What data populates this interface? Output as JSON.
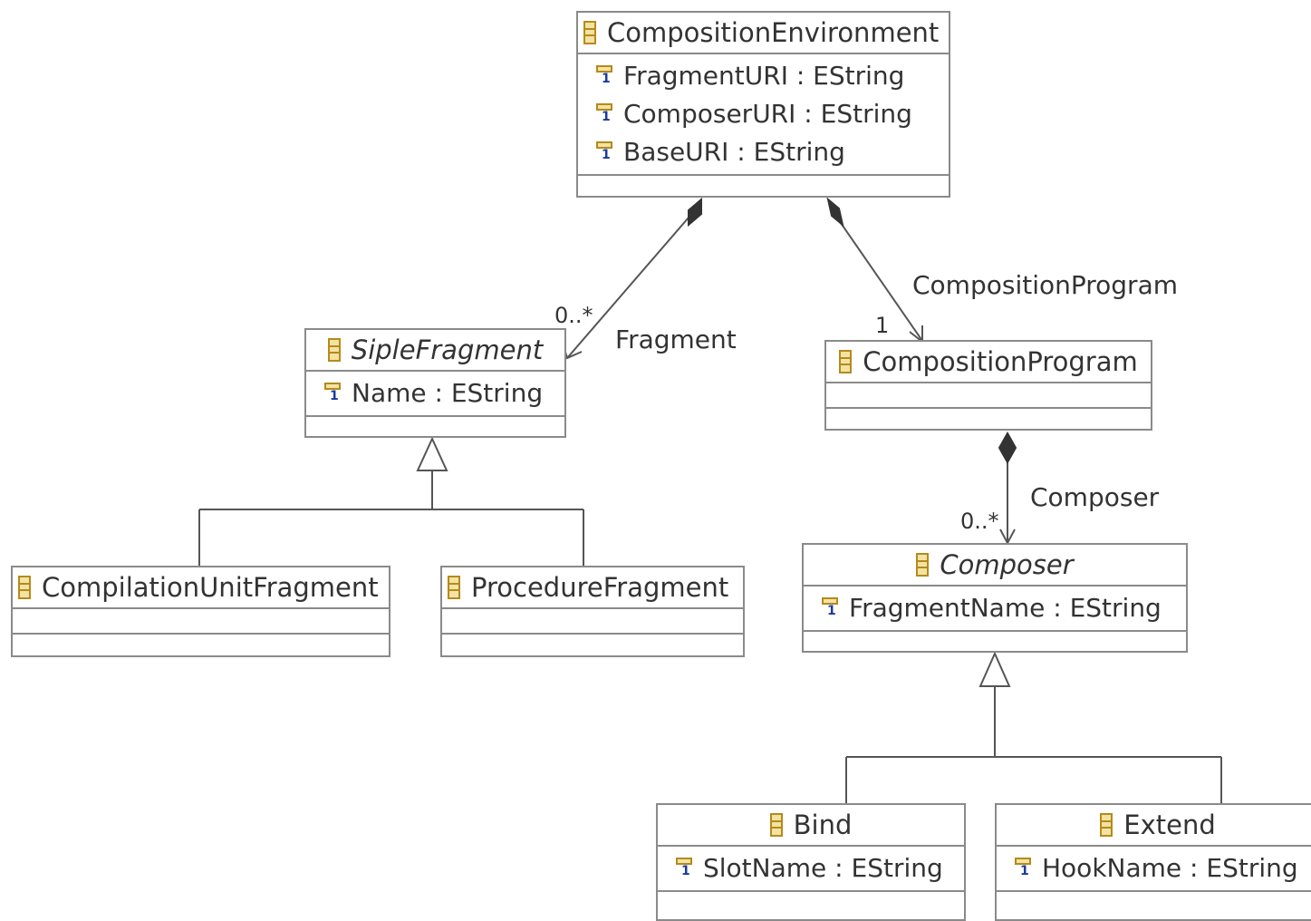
{
  "classes": {
    "composition_environment": {
      "name": "CompositionEnvironment",
      "attributes": [
        "FragmentURI : EString",
        "ComposerURI : EString",
        "BaseURI : EString"
      ]
    },
    "siple_fragment": {
      "name": "SipleFragment",
      "abstract": true,
      "attributes": [
        "Name : EString"
      ]
    },
    "composition_program": {
      "name": "CompositionProgram",
      "attributes": []
    },
    "compilation_unit_fragment": {
      "name": "CompilationUnitFragment",
      "attributes": []
    },
    "procedure_fragment": {
      "name": "ProcedureFragment",
      "attributes": []
    },
    "composer": {
      "name": "Composer",
      "abstract": true,
      "attributes": [
        "FragmentName : EString"
      ]
    },
    "bind": {
      "name": "Bind",
      "attributes": [
        "SlotName : EString"
      ]
    },
    "extend": {
      "name": "Extend",
      "attributes": [
        "HookName : EString"
      ]
    }
  },
  "relations": {
    "fragment": {
      "label": "Fragment",
      "multiplicity": "0..*",
      "kind": "composition"
    },
    "composition_program": {
      "label": "CompositionProgram",
      "multiplicity": "1",
      "kind": "composition"
    },
    "composer": {
      "label": "Composer",
      "multiplicity": "0..*",
      "kind": "composition"
    }
  },
  "colors": {
    "border": "#8a8a8a",
    "line": "#555555",
    "icon_fill": "#f3e3a2",
    "icon_stroke": "#b58a1c",
    "multiplicity_icon": "#1a3a9a"
  }
}
